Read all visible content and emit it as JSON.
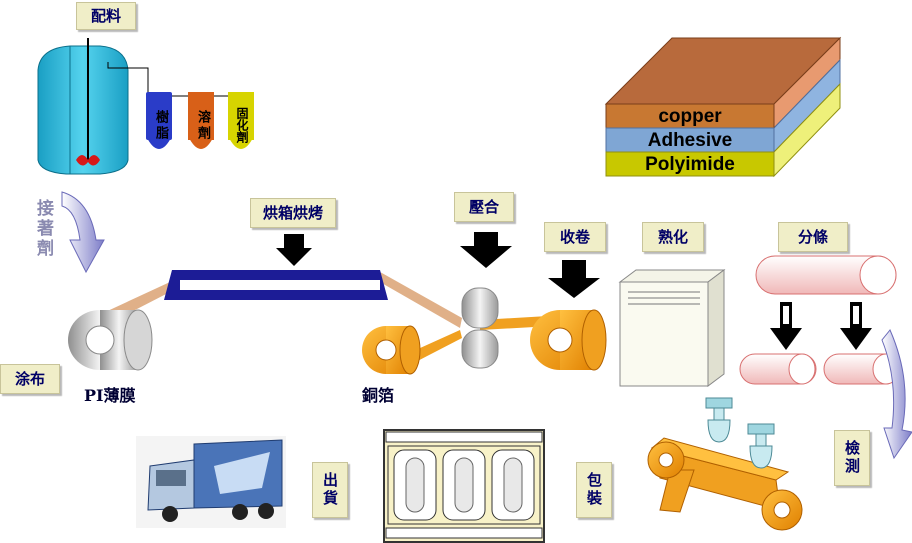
{
  "steps": {
    "mixing": "配料",
    "adhesive": "接著劑",
    "resin": "樹脂",
    "solvent": "溶劑",
    "hardener": "固化劑",
    "oven_drying": "烘箱烘烤",
    "coating": "涂布",
    "pi_film": "PI薄膜",
    "laminating": "壓合",
    "winding": "收卷",
    "copper_foil": "銅箔",
    "curing": "熟化",
    "slitting": "分條",
    "inspection": "檢測",
    "packaging": "包裝",
    "shipping": "出貨"
  },
  "laminate_layers": {
    "top": "copper",
    "middle": "Adhesive",
    "bottom": "Polyimide"
  },
  "colors": {
    "copper_layer": "#c87832",
    "adhesive_layer": "#7fa6d4",
    "polyimide_layer": "#c8c800",
    "tag_bg": "#f0eec8",
    "tag_text": "#000066",
    "roll_orange": "#f0a020",
    "tank_cyan": "#2bb5d6",
    "oven_blue": "#1c1c96"
  }
}
